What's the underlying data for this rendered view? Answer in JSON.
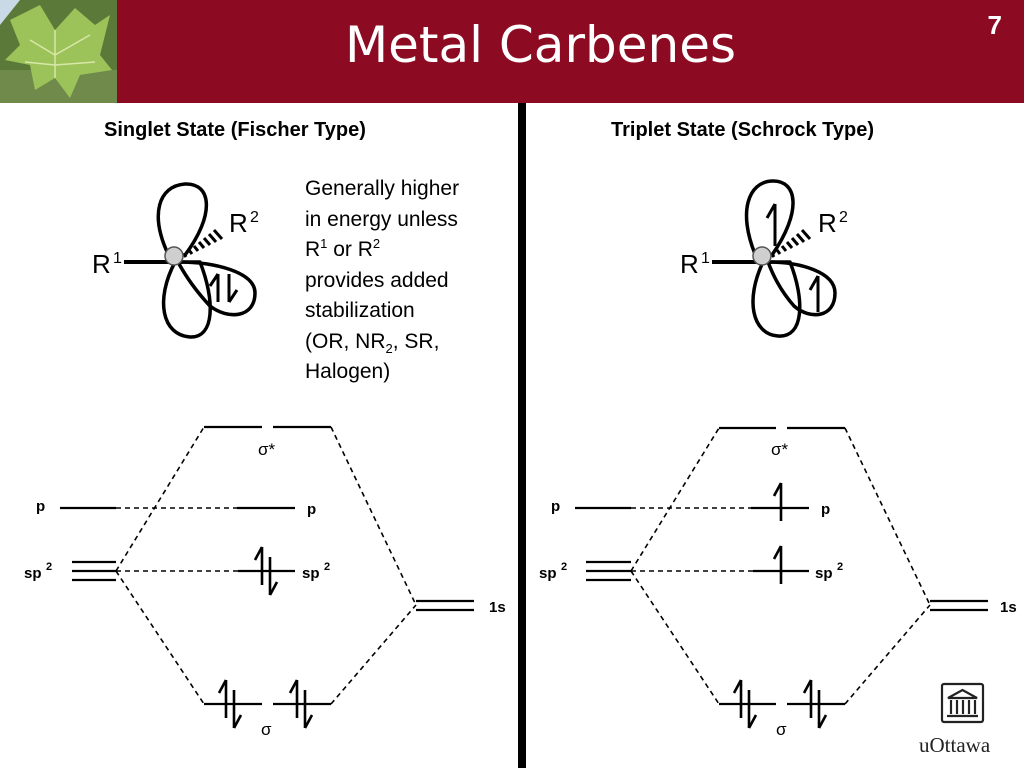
{
  "header": {
    "title": "Metal Carbenes",
    "slide_number": "7",
    "leaf_icon": "maple-leaf-photo"
  },
  "colors": {
    "header_bg": "#8c0b22",
    "text": "#000000",
    "logo": "#222222"
  },
  "left": {
    "heading": "Singlet State (Fischer Type)",
    "r1": "R",
    "r1_sup": "1",
    "r2": "R",
    "r2_sup": "2",
    "note": {
      "line1": "Generally higher",
      "line2": "in energy unless",
      "r1": "R",
      "r1_sup": "1",
      "or": " or ",
      "r2": "R",
      "r2_sup": "2",
      "line4": "provides added",
      "line5": "stabilization",
      "line6_a": "(OR, NR",
      "line6_sub": "2",
      "line6_b": ", SR,",
      "line7": "Halogen)"
    },
    "mo": {
      "sigma_star": "σ*",
      "p_left": "p",
      "p_right": "p",
      "sp2_left": "sp",
      "sp2_right": "sp",
      "sup2": "2",
      "one_s": "1s",
      "sigma": "σ"
    }
  },
  "right": {
    "heading": "Triplet State (Schrock Type)",
    "r1": "R",
    "r1_sup": "1",
    "r2": "R",
    "r2_sup": "2",
    "mo": {
      "sigma_star": "σ*",
      "p_left": "p",
      "p_right": "p",
      "sp2_left": "sp",
      "sp2_right": "sp",
      "sup2": "2",
      "one_s": "1s",
      "sigma": "σ"
    }
  },
  "logo": {
    "icon": "university-building-icon",
    "text": "uOttawa"
  }
}
